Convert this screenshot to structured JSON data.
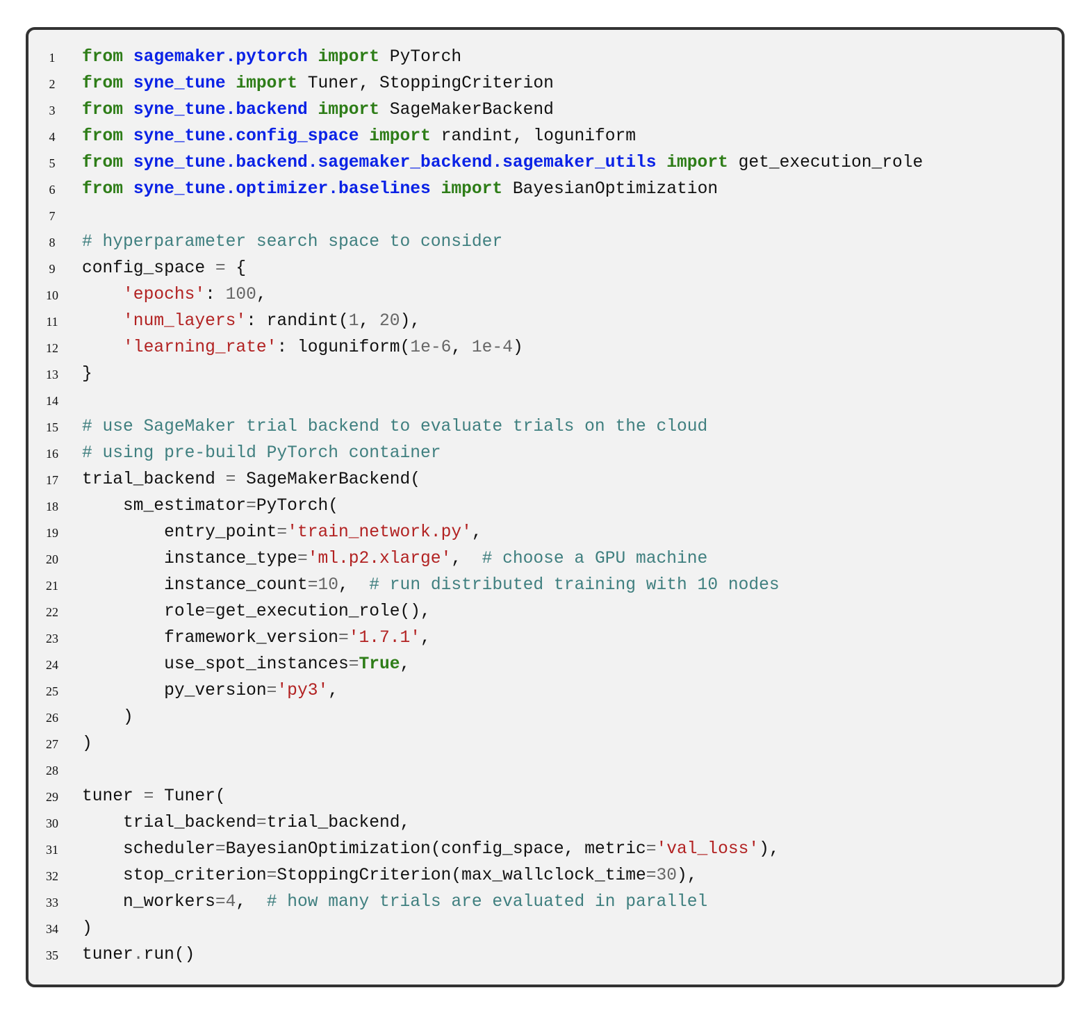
{
  "listing": {
    "lines": [
      {
        "num": "1",
        "tokens": [
          [
            "k",
            "from"
          ],
          [
            "t",
            " "
          ],
          [
            "m",
            "sagemaker.pytorch"
          ],
          [
            "t",
            " "
          ],
          [
            "k",
            "import"
          ],
          [
            "t",
            " PyTorch"
          ]
        ]
      },
      {
        "num": "2",
        "tokens": [
          [
            "k",
            "from"
          ],
          [
            "t",
            " "
          ],
          [
            "m",
            "syne_tune"
          ],
          [
            "t",
            " "
          ],
          [
            "k",
            "import"
          ],
          [
            "t",
            " Tuner, StoppingCriterion"
          ]
        ]
      },
      {
        "num": "3",
        "tokens": [
          [
            "k",
            "from"
          ],
          [
            "t",
            " "
          ],
          [
            "m",
            "syne_tune.backend"
          ],
          [
            "t",
            " "
          ],
          [
            "k",
            "import"
          ],
          [
            "t",
            " SageMakerBackend"
          ]
        ]
      },
      {
        "num": "4",
        "tokens": [
          [
            "k",
            "from"
          ],
          [
            "t",
            " "
          ],
          [
            "m",
            "syne_tune.config_space"
          ],
          [
            "t",
            " "
          ],
          [
            "k",
            "import"
          ],
          [
            "t",
            " randint, loguniform"
          ]
        ]
      },
      {
        "num": "5",
        "tokens": [
          [
            "k",
            "from"
          ],
          [
            "t",
            " "
          ],
          [
            "m",
            "syne_tune.backend.sagemaker_backend.sagemaker_utils"
          ],
          [
            "t",
            " "
          ],
          [
            "k",
            "import"
          ],
          [
            "t",
            " get_execution_role"
          ]
        ]
      },
      {
        "num": "6",
        "tokens": [
          [
            "k",
            "from"
          ],
          [
            "t",
            " "
          ],
          [
            "m",
            "syne_tune.optimizer.baselines"
          ],
          [
            "t",
            " "
          ],
          [
            "k",
            "import"
          ],
          [
            "t",
            " BayesianOptimization"
          ]
        ]
      },
      {
        "num": "7",
        "tokens": []
      },
      {
        "num": "8",
        "tokens": [
          [
            "c",
            "# hyperparameter search space to consider"
          ]
        ]
      },
      {
        "num": "9",
        "tokens": [
          [
            "t",
            "config_space "
          ],
          [
            "o",
            "="
          ],
          [
            "t",
            " {"
          ]
        ]
      },
      {
        "num": "10",
        "tokens": [
          [
            "t",
            "    "
          ],
          [
            "s",
            "'epochs'"
          ],
          [
            "t",
            ": "
          ],
          [
            "n",
            "100"
          ],
          [
            "t",
            ","
          ]
        ]
      },
      {
        "num": "11",
        "tokens": [
          [
            "t",
            "    "
          ],
          [
            "s",
            "'num_layers'"
          ],
          [
            "t",
            ": randint("
          ],
          [
            "n",
            "1"
          ],
          [
            "t",
            ", "
          ],
          [
            "n",
            "20"
          ],
          [
            "t",
            "),"
          ]
        ]
      },
      {
        "num": "12",
        "tokens": [
          [
            "t",
            "    "
          ],
          [
            "s",
            "'learning_rate'"
          ],
          [
            "t",
            ": loguniform("
          ],
          [
            "n",
            "1e-6"
          ],
          [
            "t",
            ", "
          ],
          [
            "n",
            "1e-4"
          ],
          [
            "t",
            ")"
          ]
        ]
      },
      {
        "num": "13",
        "tokens": [
          [
            "t",
            "}"
          ]
        ]
      },
      {
        "num": "14",
        "tokens": []
      },
      {
        "num": "15",
        "tokens": [
          [
            "c",
            "# use SageMaker trial backend to evaluate trials on the cloud"
          ]
        ]
      },
      {
        "num": "16",
        "tokens": [
          [
            "c",
            "# using pre-build PyTorch container"
          ]
        ]
      },
      {
        "num": "17",
        "tokens": [
          [
            "t",
            "trial_backend "
          ],
          [
            "o",
            "="
          ],
          [
            "t",
            " SageMakerBackend("
          ]
        ]
      },
      {
        "num": "18",
        "tokens": [
          [
            "t",
            "    sm_estimator"
          ],
          [
            "o",
            "="
          ],
          [
            "t",
            "PyTorch("
          ]
        ]
      },
      {
        "num": "19",
        "tokens": [
          [
            "t",
            "        entry_point"
          ],
          [
            "o",
            "="
          ],
          [
            "s",
            "'train_network.py'"
          ],
          [
            "t",
            ","
          ]
        ]
      },
      {
        "num": "20",
        "tokens": [
          [
            "t",
            "        instance_type"
          ],
          [
            "o",
            "="
          ],
          [
            "s",
            "'ml.p2.xlarge'"
          ],
          [
            "t",
            ",  "
          ],
          [
            "c",
            "# choose a GPU machine"
          ]
        ]
      },
      {
        "num": "21",
        "tokens": [
          [
            "t",
            "        instance_count"
          ],
          [
            "o",
            "="
          ],
          [
            "n",
            "10"
          ],
          [
            "t",
            ",  "
          ],
          [
            "c",
            "# run distributed training with 10 nodes"
          ]
        ]
      },
      {
        "num": "22",
        "tokens": [
          [
            "t",
            "        role"
          ],
          [
            "o",
            "="
          ],
          [
            "t",
            "get_execution_role(),"
          ]
        ]
      },
      {
        "num": "23",
        "tokens": [
          [
            "t",
            "        framework_version"
          ],
          [
            "o",
            "="
          ],
          [
            "s",
            "'1.7.1'"
          ],
          [
            "t",
            ","
          ]
        ]
      },
      {
        "num": "24",
        "tokens": [
          [
            "t",
            "        use_spot_instances"
          ],
          [
            "o",
            "="
          ],
          [
            "k",
            "True"
          ],
          [
            "t",
            ","
          ]
        ]
      },
      {
        "num": "25",
        "tokens": [
          [
            "t",
            "        py_version"
          ],
          [
            "o",
            "="
          ],
          [
            "s",
            "'py3'"
          ],
          [
            "t",
            ","
          ]
        ]
      },
      {
        "num": "26",
        "tokens": [
          [
            "t",
            "    )"
          ]
        ]
      },
      {
        "num": "27",
        "tokens": [
          [
            "t",
            ")"
          ]
        ]
      },
      {
        "num": "28",
        "tokens": []
      },
      {
        "num": "29",
        "tokens": [
          [
            "t",
            "tuner "
          ],
          [
            "o",
            "="
          ],
          [
            "t",
            " Tuner("
          ]
        ]
      },
      {
        "num": "30",
        "tokens": [
          [
            "t",
            "    trial_backend"
          ],
          [
            "o",
            "="
          ],
          [
            "t",
            "trial_backend,"
          ]
        ]
      },
      {
        "num": "31",
        "tokens": [
          [
            "t",
            "    scheduler"
          ],
          [
            "o",
            "="
          ],
          [
            "t",
            "BayesianOptimization(config_space, metric"
          ],
          [
            "o",
            "="
          ],
          [
            "s",
            "'val_loss'"
          ],
          [
            "t",
            "),"
          ]
        ]
      },
      {
        "num": "32",
        "tokens": [
          [
            "t",
            "    stop_criterion"
          ],
          [
            "o",
            "="
          ],
          [
            "t",
            "StoppingCriterion(max_wallclock_time"
          ],
          [
            "o",
            "="
          ],
          [
            "n",
            "30"
          ],
          [
            "t",
            "),"
          ]
        ]
      },
      {
        "num": "33",
        "tokens": [
          [
            "t",
            "    n_workers"
          ],
          [
            "o",
            "="
          ],
          [
            "n",
            "4"
          ],
          [
            "t",
            ",  "
          ],
          [
            "c",
            "# how many trials are evaluated in parallel"
          ]
        ]
      },
      {
        "num": "34",
        "tokens": [
          [
            "t",
            ")"
          ]
        ]
      },
      {
        "num": "35",
        "tokens": [
          [
            "t",
            "tuner"
          ],
          [
            "o",
            "."
          ],
          [
            "t",
            "run()"
          ]
        ]
      }
    ]
  }
}
